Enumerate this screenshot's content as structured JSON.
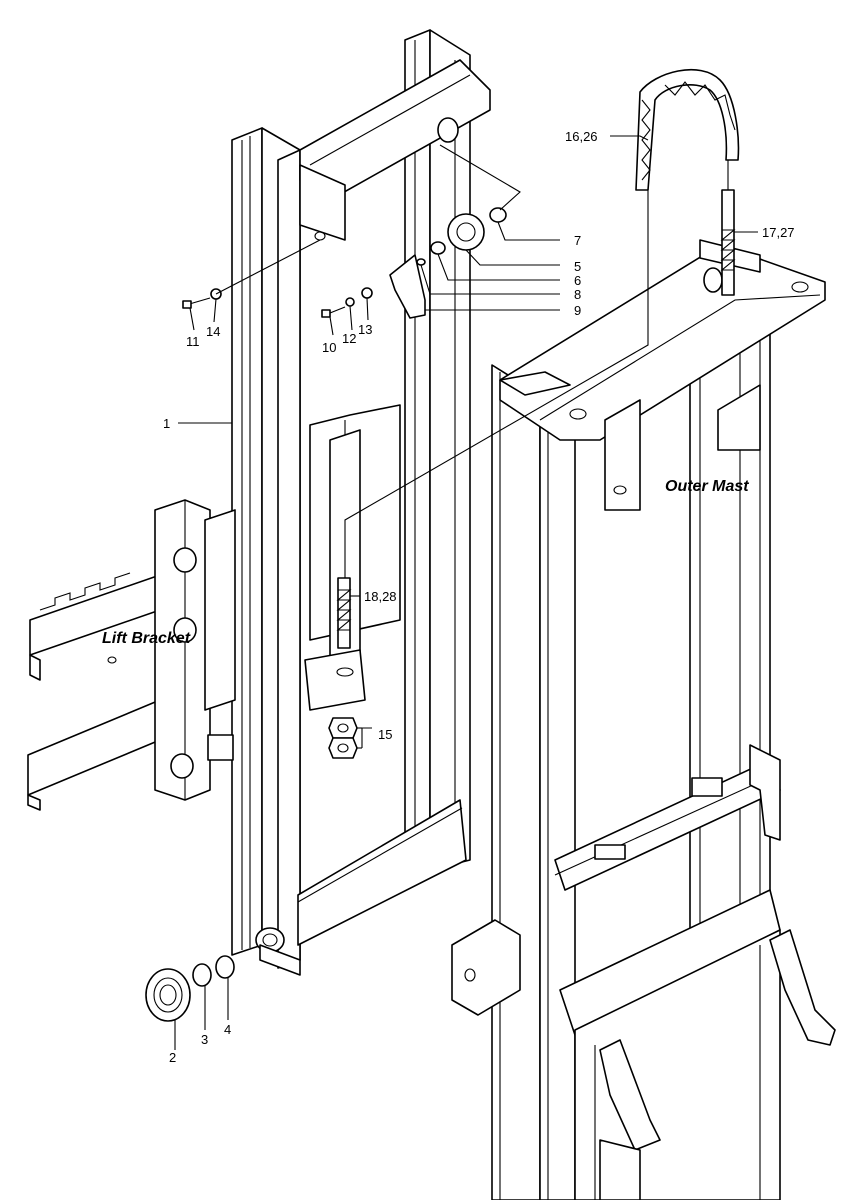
{
  "diagram": {
    "section_labels": {
      "lift_bracket": "Lift Bracket",
      "outer_mast": "Outer Mast"
    },
    "callouts": {
      "c1": "1",
      "c2": "2",
      "c3": "3",
      "c4": "4",
      "c5": "5",
      "c6": "6",
      "c7": "7",
      "c8": "8",
      "c9": "9",
      "c10": "10",
      "c11": "11",
      "c12": "12",
      "c13": "13",
      "c14": "14",
      "c15": "15",
      "c16_26": "16,26",
      "c17_27": "17,27",
      "c18_28": "18,28"
    }
  }
}
